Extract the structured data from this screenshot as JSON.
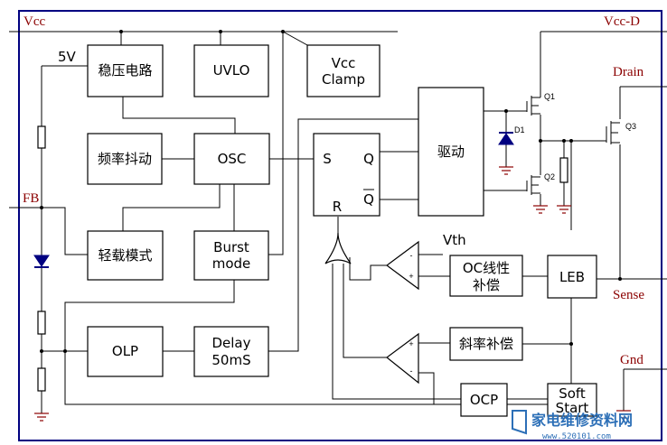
{
  "pins": {
    "vcc": "Vcc",
    "vcc_d": "Vcc-D",
    "drain": "Drain",
    "fb": "FB",
    "sense": "Sense",
    "gnd": "Gnd",
    "v5": "5V"
  },
  "blocks": {
    "regulator": "稳压电路",
    "uvlo": "UVLO",
    "vcc_clamp_1": "Vcc",
    "vcc_clamp_2": "Clamp",
    "jitter": "频率抖动",
    "osc": "OSC",
    "light_load": "轻载模式",
    "burst_1": "Burst",
    "burst_2": "mode",
    "driver": "驱动",
    "olp": "OLP",
    "delay_1": "Delay",
    "delay_2": "50mS",
    "oc_comp_1": "OC线性",
    "oc_comp_2": "补偿",
    "leb": "LEB",
    "slope_comp": "斜率补偿",
    "ocp": "OCP",
    "soft_1": "Soft",
    "soft_2": "Start"
  },
  "flipflop": {
    "s": "S",
    "q": "Q",
    "qbar": "Q",
    "r": "R"
  },
  "components": {
    "d1": "D1",
    "q1": "Q1",
    "q2": "Q2",
    "q3": "Q3",
    "vth": "Vth",
    "plus": "+",
    "minus": "-"
  },
  "watermark": {
    "title": "家电维修资料网",
    "url": "www.520101.com"
  },
  "colors": {
    "frame": "#000080",
    "pin_text": "#8b0000",
    "watermark": "#2c6fb7"
  }
}
